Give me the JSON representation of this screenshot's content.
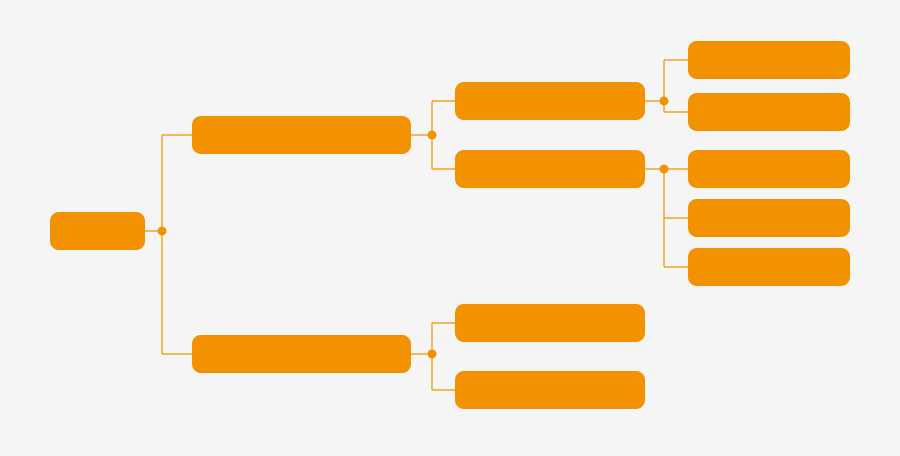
{
  "colors": {
    "background": "#f5f5f5",
    "node_fill": "#f29200",
    "connector": "#f29200"
  },
  "tree": {
    "root": {
      "label": "",
      "children": [
        "a",
        "b"
      ]
    },
    "a": {
      "label": "",
      "children": [
        "a1",
        "a2"
      ]
    },
    "b": {
      "label": "",
      "children": [
        "b1",
        "b2"
      ]
    },
    "a1": {
      "label": "",
      "children": [
        "a1x",
        "a1y"
      ]
    },
    "a2": {
      "label": "",
      "children": [
        "a2x",
        "a2y",
        "a2z"
      ]
    },
    "a1x": {
      "label": ""
    },
    "a1y": {
      "label": ""
    },
    "a2x": {
      "label": ""
    },
    "a2y": {
      "label": ""
    },
    "a2z": {
      "label": ""
    },
    "b1": {
      "label": ""
    },
    "b2": {
      "label": ""
    }
  }
}
